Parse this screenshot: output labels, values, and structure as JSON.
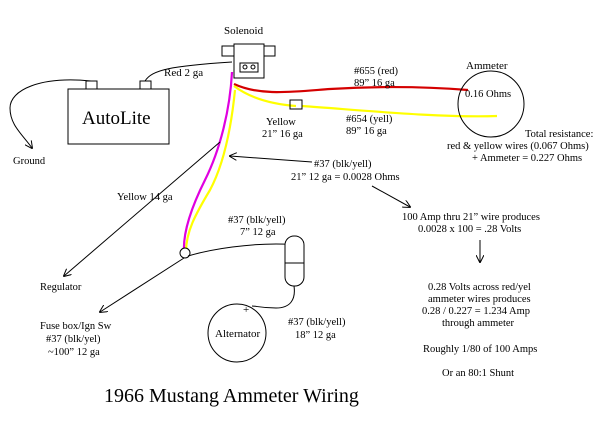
{
  "diagram": {
    "title": "1966 Mustang Ammeter Wiring",
    "battery": {
      "label": "AutoLite",
      "cable": "Red 2 ga"
    },
    "solenoid": {
      "label": "Solenoid"
    },
    "ground": {
      "label": "Ground"
    },
    "ammeter": {
      "label": "Ammeter",
      "resistance": "0.16 Ohms"
    },
    "wire_655": {
      "line1": "#655 (red)",
      "line2": "89”  16 ga"
    },
    "wire_654": {
      "line1": "#654 (yell)",
      "line2": "89”  16 ga"
    },
    "yellow_short": {
      "line1": "Yellow",
      "line2": "21”  16 ga"
    },
    "total_resistance": {
      "line1": "Total resistance:",
      "line2": "red & yellow wires (0.067 Ohms)",
      "line3": "+ Ammeter = 0.227 Ohms"
    },
    "wire_37_main": {
      "line1": "#37 (blk/yell)",
      "line2": "21” 12 ga = 0.0028 Ohms"
    },
    "yellow_14": {
      "label": "Yellow 14 ga"
    },
    "regulator": {
      "label": "Regulator"
    },
    "wire_37_short": {
      "line1": "#37 (blk/yell)",
      "line2": "7”   12 ga"
    },
    "alternator": {
      "label": "Alternator",
      "terminal": "+"
    },
    "wire_37_alt": {
      "line1": "#37 (blk/yell)",
      "line2": "18”   12 ga"
    },
    "fusebox": {
      "line1": "Fuse box/Ign Sw",
      "line2": "#37  (blk/yel)",
      "line3": "~100”  12 ga"
    },
    "calc_100amp": {
      "line1": "100 Amp thru 21” wire produces",
      "line2": "0.0028  x 100 = .28 Volts"
    },
    "calc_across": {
      "line1": "0.28 Volts across red/yel",
      "line2": "ammeter wires produces",
      "line3": "0.28 / 0.227 = 1.234 Amp",
      "line4": "through ammeter"
    },
    "roughly": "Roughly 1/80 of 100 Amps",
    "shunt": "Or an 80:1 Shunt",
    "colors": {
      "red_wire": "#d40000",
      "yellow_wire": "#ffff00",
      "magenta_wire": "#e000e0",
      "ink": "#000000"
    }
  }
}
